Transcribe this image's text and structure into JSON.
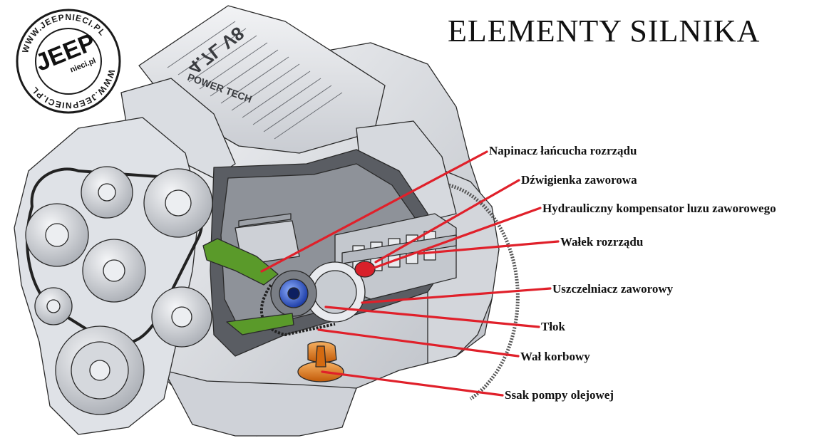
{
  "title": "ELEMENTY SILNIKA",
  "logo": {
    "brand": "JEEP",
    "ring_text": "WWW.JEEPNIECI.PL",
    "sub_text": "nieci.pl"
  },
  "engine_cover_text": [
    "4.7L V8",
    "POWER TECH"
  ],
  "labels": [
    {
      "id": "napinacz",
      "text": "Napinacz łańcucha rozrządu"
    },
    {
      "id": "dzwigienka",
      "text": "Dźwigienka zaworowa"
    },
    {
      "id": "kompensator",
      "text": "Hydrauliczny kompensator luzu zaworowego"
    },
    {
      "id": "walek",
      "text": "Wałek rozrządu"
    },
    {
      "id": "uszczelniacz",
      "text": "Uszczelniacz zaworowy"
    },
    {
      "id": "tlok",
      "text": "Tłok"
    },
    {
      "id": "wal",
      "text": "Wał korbowy"
    },
    {
      "id": "ssak",
      "text": "Ssak pompy olejowej"
    }
  ],
  "colors": {
    "leader": "#e0202a",
    "tensioner": "#5a9a2a",
    "oil_pickup": "#e07a18",
    "valve_cap": "#d8202a",
    "camshaft_mark": "#3a6ad0",
    "engine_fill": "#e4e6ea",
    "engine_line": "#2a2a2a"
  }
}
